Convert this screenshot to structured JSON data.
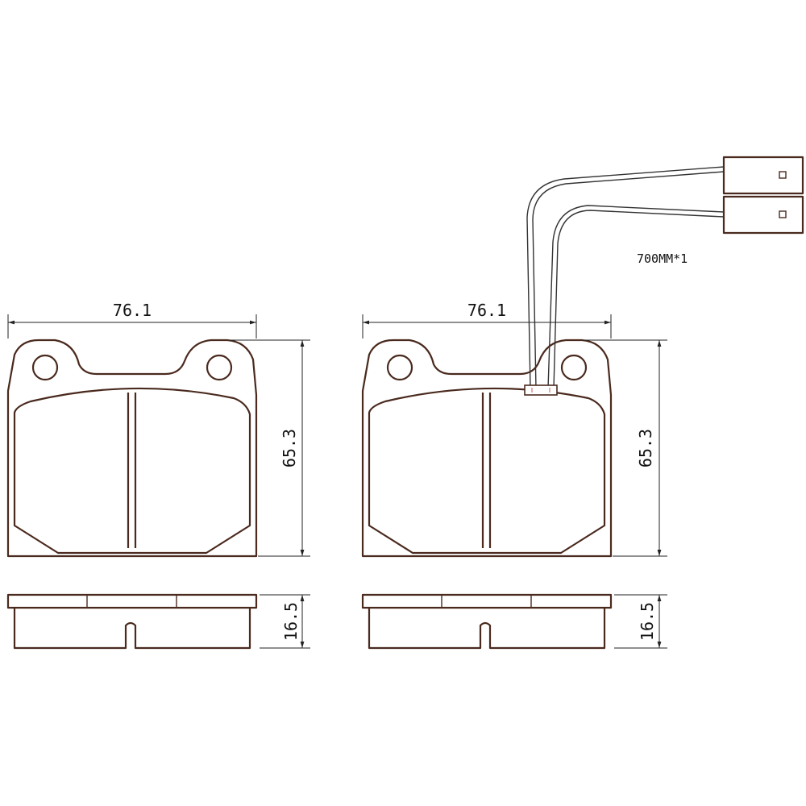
{
  "left_view": {
    "width_label": "76.1",
    "height_label": "65.3",
    "thickness_label": "16.5"
  },
  "right_view": {
    "width_label": "76.1",
    "height_label": "65.3",
    "thickness_label": "16.5",
    "wire_note": "700MM*1"
  },
  "colors": {
    "outline": "#4a2a1e",
    "dimension": "#222222"
  }
}
